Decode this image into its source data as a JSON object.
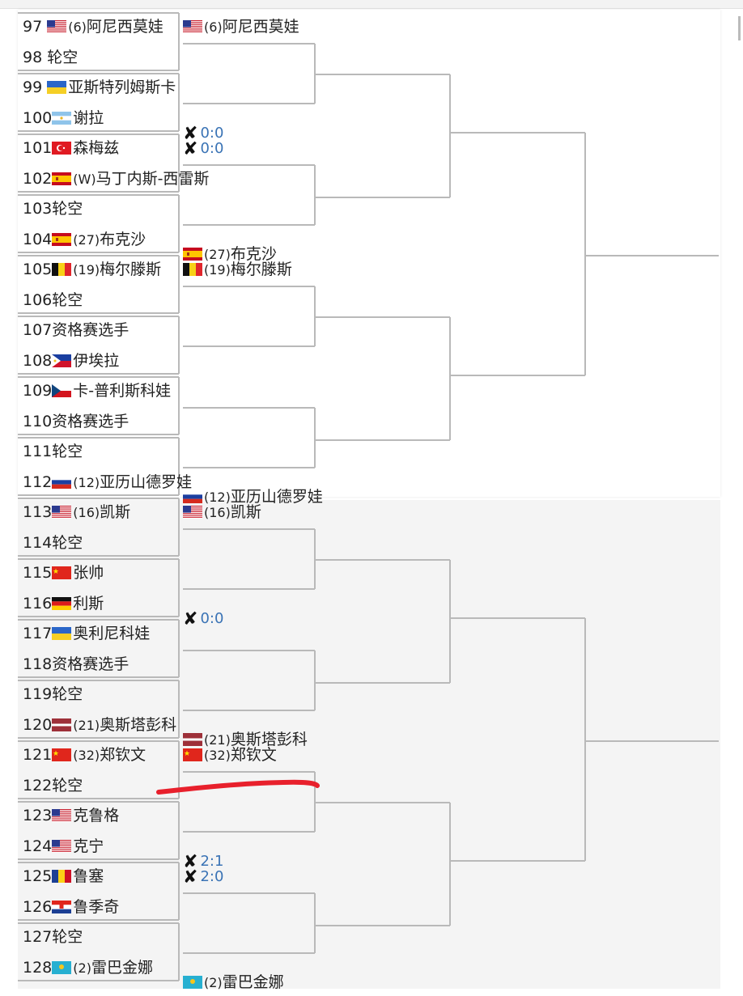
{
  "round1": [
    {
      "num": "97",
      "flag": "us",
      "seed": "(6)",
      "name": "阿尼西莫娃"
    },
    {
      "num": "98",
      "flag": "",
      "seed": "",
      "name": "轮空"
    },
    {
      "num": "99",
      "flag": "ua",
      "seed": "",
      "name": "亚斯特列姆斯卡"
    },
    {
      "num": "100",
      "flag": "ar",
      "seed": "",
      "name": "谢拉"
    },
    {
      "num": "101",
      "flag": "tr",
      "seed": "",
      "name": "森梅兹"
    },
    {
      "num": "102",
      "flag": "es",
      "seed": "(W)",
      "name": "马丁内斯-西雷斯"
    },
    {
      "num": "103",
      "flag": "",
      "seed": "",
      "name": "轮空"
    },
    {
      "num": "104",
      "flag": "es",
      "seed": "(27)",
      "name": "布克沙"
    },
    {
      "num": "105",
      "flag": "be",
      "seed": "(19)",
      "name": "梅尔滕斯"
    },
    {
      "num": "106",
      "flag": "",
      "seed": "",
      "name": "轮空"
    },
    {
      "num": "107",
      "flag": "",
      "seed": "",
      "name": "资格赛选手"
    },
    {
      "num": "108",
      "flag": "ph",
      "seed": "",
      "name": "伊埃拉"
    },
    {
      "num": "109",
      "flag": "cz",
      "seed": "",
      "name": "卡-普利斯科娃"
    },
    {
      "num": "110",
      "flag": "",
      "seed": "",
      "name": "资格赛选手"
    },
    {
      "num": "111",
      "flag": "",
      "seed": "",
      "name": "轮空"
    },
    {
      "num": "112",
      "flag": "ru",
      "seed": "(12)",
      "name": "亚历山德罗娃"
    },
    {
      "num": "113",
      "flag": "us",
      "seed": "(16)",
      "name": "凯斯"
    },
    {
      "num": "114",
      "flag": "",
      "seed": "",
      "name": "轮空"
    },
    {
      "num": "115",
      "flag": "cn",
      "seed": "",
      "name": "张帅"
    },
    {
      "num": "116",
      "flag": "de",
      "seed": "",
      "name": "利斯"
    },
    {
      "num": "117",
      "flag": "ua",
      "seed": "",
      "name": "奥利尼科娃"
    },
    {
      "num": "118",
      "flag": "",
      "seed": "",
      "name": "资格赛选手"
    },
    {
      "num": "119",
      "flag": "",
      "seed": "",
      "name": "轮空"
    },
    {
      "num": "120",
      "flag": "lv",
      "seed": "(21)",
      "name": "奥斯塔彭科"
    },
    {
      "num": "121",
      "flag": "cn",
      "seed": "(32)",
      "name": "郑钦文"
    },
    {
      "num": "122",
      "flag": "",
      "seed": "",
      "name": "轮空"
    },
    {
      "num": "123",
      "flag": "us",
      "seed": "",
      "name": "克鲁格"
    },
    {
      "num": "124",
      "flag": "us",
      "seed": "",
      "name": "克宁"
    },
    {
      "num": "125",
      "flag": "ro",
      "seed": "",
      "name": "鲁塞"
    },
    {
      "num": "126",
      "flag": "hr",
      "seed": "",
      "name": "鲁季奇"
    },
    {
      "num": "127",
      "flag": "",
      "seed": "",
      "name": "轮空"
    },
    {
      "num": "128",
      "flag": "kz",
      "seed": "(2)",
      "name": "雷巴金娜"
    }
  ],
  "round2": [
    {
      "kind": "player",
      "flag": "us",
      "seed": "(6)",
      "name": "阿尼西莫娃"
    },
    {
      "kind": "score",
      "score": "0:0"
    },
    {
      "kind": "score",
      "score": "0:0"
    },
    {
      "kind": "player",
      "flag": "es",
      "seed": "(27)",
      "name": "布克沙"
    },
    {
      "kind": "player",
      "flag": "be",
      "seed": "(19)",
      "name": "梅尔滕斯"
    },
    {
      "kind": "empty"
    },
    {
      "kind": "empty"
    },
    {
      "kind": "player",
      "flag": "ru",
      "seed": "(12)",
      "name": "亚历山德罗娃"
    },
    {
      "kind": "player",
      "flag": "us",
      "seed": "(16)",
      "name": "凯斯"
    },
    {
      "kind": "score",
      "score": "0:0"
    },
    {
      "kind": "empty"
    },
    {
      "kind": "player",
      "flag": "lv",
      "seed": "(21)",
      "name": "奥斯塔彭科"
    },
    {
      "kind": "player",
      "flag": "cn",
      "seed": "(32)",
      "name": "郑钦文"
    },
    {
      "kind": "score",
      "score": "2:1"
    },
    {
      "kind": "score",
      "score": "2:0"
    },
    {
      "kind": "player",
      "flag": "kz",
      "seed": "(2)",
      "name": "雷巴金娜"
    }
  ],
  "annotation_color": "#e8202c"
}
